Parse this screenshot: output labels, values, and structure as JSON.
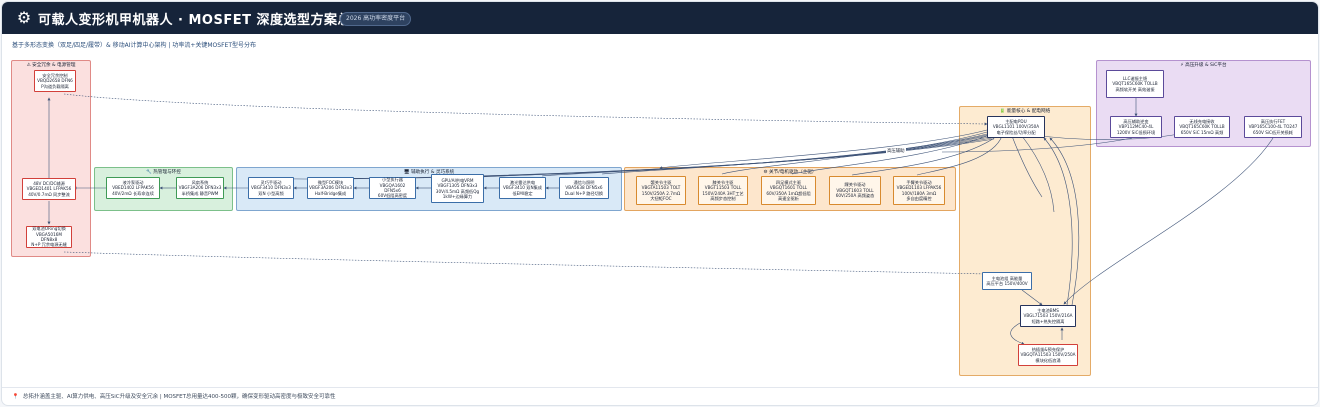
{
  "header": {
    "icon": "gear-icon",
    "title": "可载人变形机甲机器人 · MOSFET 深度选型方案总拓扑图",
    "badge": "2026 高功率密度平台"
  },
  "subtitle": "基于多形态变换（双足/四足/履带）& 移动AI计算中心架构 | 功率流+关键MOSFET型号分布",
  "footer": {
    "icon": "pin-icon",
    "text": "总拓扑涵盖主驱、AI算力供电、高压SiC升级及安全冗余 | MOSFET总用量达400-500颗，确保变形驱动高密度与极致安全可靠性"
  },
  "groups": {
    "safety": "⚠ 安全冗余 & 电源管理",
    "heat": "🔧 热管理与环控",
    "aux": "🖥 辅助执行 & 灵巧系统",
    "motor": "⚙ 关节/电机驱动（主驱）",
    "energy": "🔋 能量核心 & 配电网络",
    "hv": "⚡ 高压升级 & SiC平台"
  },
  "nodes": {
    "safety_ctrl": "安全冗余控制\nVBQD2658 DFN6\nP沟道负载隔离",
    "dcdc": "48V DC/DC辅源\nVBGED1401 LFPAK56\n40V/0.7mΩ 同步整流",
    "oring": "双电池ORing切换\nVBGA5016M DFN8x8\nN+P 冗余电源无缝",
    "pump": "液冷泵驱动\nVBED1402 LFPAK56\n40V/2mΩ 长寿命连续",
    "fan": "风扇系统\nVBGF3A206 DFN3x3\n半桥集成 静音PWM",
    "hand": "灵巧手驱动\nVBGF3410 DFN3x3\n双N 小型高频",
    "steer": "微型FOC模块\nVBGF3A206 DFN3x3\nHalf-Bridge集成",
    "actuator": "小型执行器\nVBGQA1602 DFN5x6\n60V低阻高密度",
    "gpu": "GPU/AI供电VRM\nVBGF1305 DFN3x3\n30V/4.5mΩ 高频低Qg\n1kW+边缘算力",
    "sensor": "激光雷达供电\nVBGF3410 双N集成\n低EMI稳定",
    "lighting": "通信与照明\nVBA5638 DFN5x6\nDual N+P 路径切换",
    "hip": "髋关节主驱\nVBGTA11503 TOLT\n150V/250A 2.7mΩ\n大扭矩FOC",
    "knee": "膝关节主驱\nVBGT11503 TOLL\n150V/240A 3HT工艺\n高频步态控制",
    "morph": "四足模式主驱\nVBGQT1601 TOLL\n60V/350A 1mΩ超低阻\n高速全驱析",
    "ankle": "踝关节驱动\nVBGQT1603 TOLL\n60V/250A 高频姿态",
    "arm": "手臂关节驱动\nVBGED1103 LFPAK56\n100V/180A 3mΩ\n多自由度精控",
    "pdu": "主配电PDU\nVBGL1101 100V/350A\n电子保险丝/功率分配",
    "battery": "主电池组 高能量\n高压平台 150V/400V",
    "bms": "主电池BMS\nVBGL71503 150V/216A\n短路+热失控隔离",
    "precharge": "热插拔&预充保护\nVBGQTA11503 150V/250A\n模块化低浪涌",
    "llc": "LLC谐振主馈\nVBQT165C60K TOLLB\n高频软开关 高效谐振",
    "hv_aux": "高压辅助逆变\nVBP112MC40-4L\n1200V SiC低损环境",
    "wireless": "无线充电接收\nVBQT165C60K TOLLB\n650V SiC 15mΩ 高频",
    "hv_main": "高压执行FET\nVBP165C100-4L TO247\n650V SiC低开关损耗"
  },
  "edge_labels": {
    "hv_aux_link": "高压辅助"
  }
}
